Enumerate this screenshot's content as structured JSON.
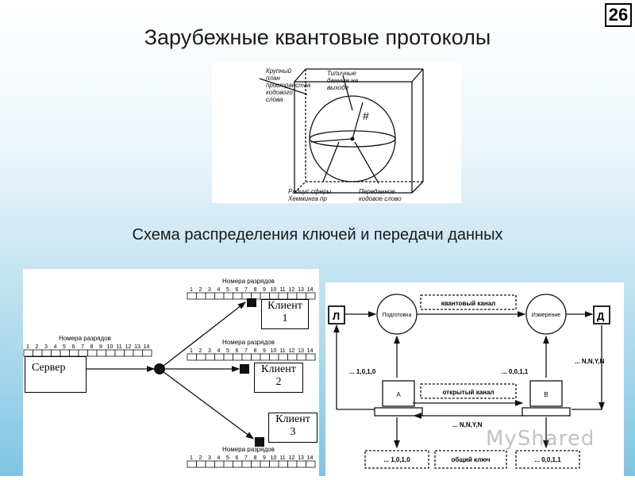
{
  "slide": {
    "number": "26",
    "title": "Зарубежные квантовые протоколы",
    "subtitle": "Схема распределения ключей и передачи данных"
  },
  "codeword_figure": {
    "label_closeup": "Крупный план пространства кодового слова",
    "label_typical": "Типичные данные на выходе",
    "label_radius": "Радиус сферы Хемминга пр",
    "label_transmitted": "Переданное кодовое слово",
    "marker": "#"
  },
  "distribution_figure": {
    "bits_caption": "Номера разрядов",
    "bit_numbers": [
      "1",
      "2",
      "3",
      "4",
      "5",
      "6",
      "7",
      "8",
      "9",
      "10",
      "11",
      "12",
      "13",
      "14"
    ],
    "server_label": "Сервер",
    "clients": [
      {
        "name": "Клиент",
        "index": "1"
      },
      {
        "name": "Клиент",
        "index": "2"
      },
      {
        "name": "Клиент",
        "index": "3"
      }
    ]
  },
  "protocol_figure": {
    "party_left": "Л",
    "party_right": "Д",
    "prep_node": "Подготовка",
    "measure_node": "Измерение",
    "quantum_channel": "квантовый канал",
    "open_channel": "открытый канал",
    "computer_a": "A",
    "computer_b": "B",
    "seq_left": "... 1,0,1,0",
    "seq_right": "... 0,0,1,1",
    "seq_nyn_right": "... N,N,Y,N",
    "seq_nyn_mid": "... N,N,Y,N",
    "out_left": "... 1,0,1,0",
    "out_key": "общий ключ",
    "out_right": "... 0,0,1,1"
  },
  "watermark": "MyShared"
}
